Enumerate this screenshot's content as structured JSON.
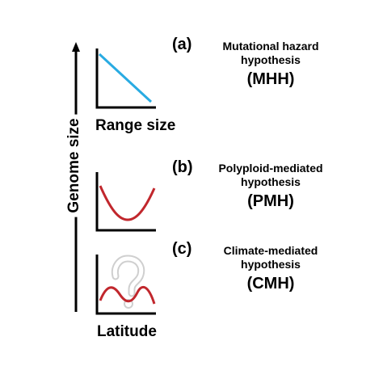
{
  "y_axis_label": "Genome size",
  "panels": [
    {
      "letter": "(a)",
      "hypothesis": "Mutational hazard hypothesis",
      "abbreviation": "(MHH)",
      "x_axis_label": "Range size",
      "curve": "decreasing-line",
      "curve_color": "#29ABE2"
    },
    {
      "letter": "(b)",
      "hypothesis_line1": "Polyploid-mediated",
      "hypothesis_line2": "hypothesis",
      "abbreviation": "(PMH)",
      "x_axis_label": "",
      "curve": "u-shape",
      "curve_color": "#C1272D"
    },
    {
      "letter": "(c)",
      "hypothesis_line1": "Climate-mediated",
      "hypothesis_line2": "hypothesis",
      "abbreviation": "(CMH)",
      "x_axis_label": "Latitude",
      "curve": "wavy",
      "curve_color": "#C1272D",
      "icon": "question-mark-icon"
    }
  ],
  "panel_a_text": {
    "line1": "Mutational hazard",
    "line2": "hypothesis"
  }
}
